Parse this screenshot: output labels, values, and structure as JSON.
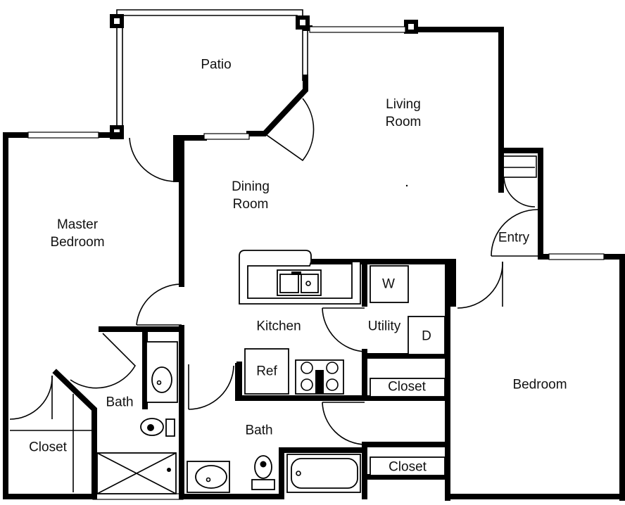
{
  "rooms": {
    "patio": "Patio",
    "living_room": "Living\nRoom",
    "dining_room": "Dining\nRoom",
    "master_bedroom": "Master\nBedroom",
    "entry": "Entry",
    "kitchen": "Kitchen",
    "utility": "Utility",
    "bedroom": "Bedroom",
    "bath_master": "Bath",
    "bath_main": "Bath",
    "closet_master": "Closet",
    "closet_bedroom_upper": "Closet",
    "closet_bedroom_lower": "Closet"
  },
  "fixtures": {
    "washer": "W",
    "dryer": "D",
    "refrigerator": "Ref"
  }
}
